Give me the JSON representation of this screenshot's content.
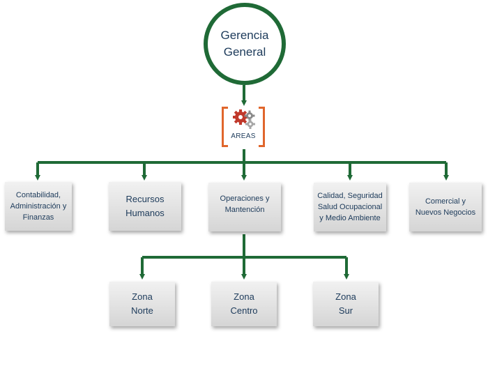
{
  "root": {
    "lines": [
      "Gerencia",
      "General"
    ]
  },
  "areas_badge": {
    "label": "AREAS",
    "icon": "gears-icon"
  },
  "departments": [
    {
      "lines": [
        "Contabilidad,",
        "Administración y",
        "Finanzas"
      ]
    },
    {
      "lines": [
        "Recursos",
        "Humanos"
      ]
    },
    {
      "lines": [
        "Operaciones y",
        "Mantención"
      ]
    },
    {
      "lines": [
        "Calidad, Seguridad",
        "Salud Ocupacional",
        "y Medio Ambiente"
      ]
    },
    {
      "lines": [
        "Comercial y",
        "Nuevos Negocios"
      ]
    }
  ],
  "zones": [
    {
      "lines": [
        "Zona",
        "Norte"
      ]
    },
    {
      "lines": [
        "Zona",
        "Centro"
      ]
    },
    {
      "lines": [
        "Zona",
        "Sur"
      ]
    }
  ],
  "colors": {
    "connector": "#1f6a36",
    "bracket": "#e0662c",
    "text": "#1c3a5a",
    "gear": "#c0392b"
  }
}
